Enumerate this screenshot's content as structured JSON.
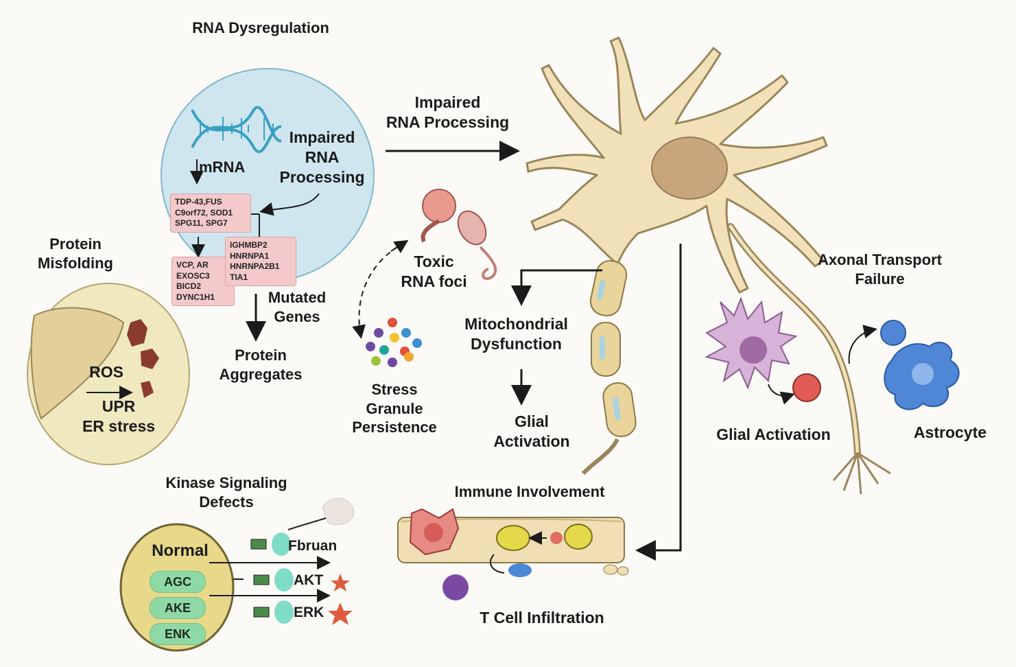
{
  "titles": {
    "rna_dysregulation": "RNA Dysregulation",
    "protein_misfolding": "Protein\nMisfolding",
    "kinase_defects": "Kinase Signaling\nDefects",
    "immune_involvement": "Immune Involvement",
    "axonal_transport": "Axonal Transport\nFailure"
  },
  "rna_panel": {
    "mrna": "mRNA",
    "impaired_rna_processing": "Impaired\nRNA\nProcessing",
    "genes_box_1": "TDP-43,FUS\nC9orf72, SOD1\nSPG11, SPG7",
    "genes_box_2": "VCP, AR\nEXOSC3\nBICD2\nDYNC1H1",
    "genes_box_3": "IGHMBP2\nHNRNPA1\nHNRNPA2B1\nTIA1",
    "mutated_genes": "Mutated\nGenes",
    "protein_aggregates": "Protein\nAggregates"
  },
  "misfolding_panel": {
    "ros": "ROS",
    "upr_er": "UPR\nER stress"
  },
  "kinase_panel": {
    "normal": "Normal",
    "pills": [
      "AGC",
      "AKE",
      "ENK"
    ],
    "targets": [
      "Fbruan",
      "AKT",
      "ERK"
    ]
  },
  "center": {
    "impaired_rna_processing_arrow": "Impaired\nRNA Processing",
    "toxic_rna_foci": "Toxic\nRNA foci",
    "stress_granule": "Stress\nGranule\nPersistence",
    "mito_dysfunction": "Mitochondrial\nDysfunction",
    "glial_activation_center": "Glial\nActivation"
  },
  "right": {
    "glial_activation": "Glial Activation",
    "astrocyte": "Astrocyte",
    "t_cell_infiltration": "T Cell Infiltration"
  },
  "colors": {
    "rna_circle": "#cfe6ef",
    "dna": "#3aa0c4",
    "gene_box": "#f3c9c9",
    "neuron": "#f1e1b8",
    "neuron_outline": "#9a855a",
    "nucleus": "#c9a57c",
    "cell_panel": "#f0e8bf",
    "kinase_panel": "#e8d889",
    "pill": "#8fd9a6",
    "astrocyte": "#4f86d6",
    "microglia": "#d7b3d8",
    "vessel": "#f0dfb4"
  }
}
